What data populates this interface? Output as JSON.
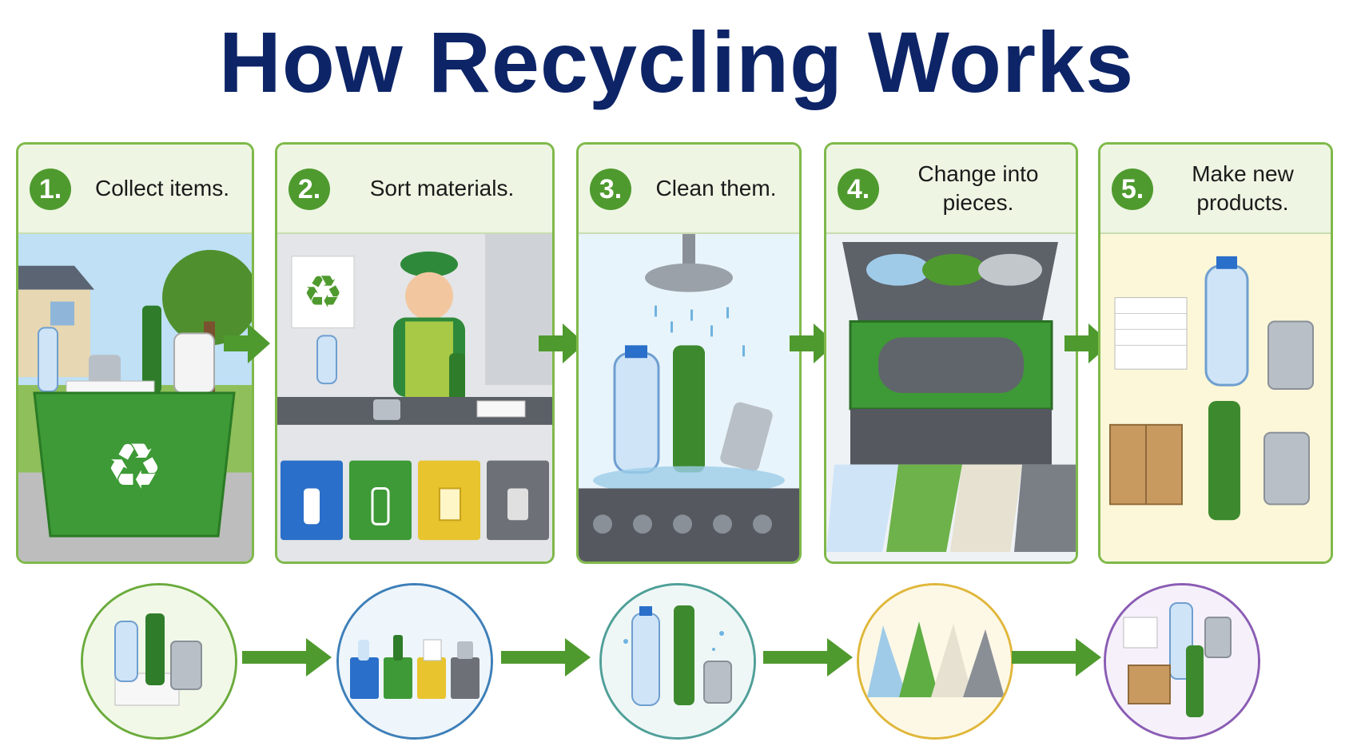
{
  "title": "How Recycling Works",
  "steps": [
    {
      "number": "1.",
      "label": "Collect items.",
      "icon": "recycling-bin-icon"
    },
    {
      "number": "2.",
      "label": "Sort materials.",
      "icon": "sorting-conveyor-icon"
    },
    {
      "number": "3.",
      "label": "Clean them.",
      "icon": "washing-shower-icon"
    },
    {
      "number": "4.",
      "label": "Change into pieces.",
      "icon": "shredder-icon"
    },
    {
      "number": "5.",
      "label": "Make new products.",
      "icon": "new-products-icon"
    }
  ],
  "colors": {
    "title": "#0d2467",
    "accent_green": "#4f9a2e",
    "panel_border": "#7fb94a",
    "circle_borders": [
      "#6bab3c",
      "#3d7fb8",
      "#4f9f98",
      "#e0b73a",
      "#8a5cb4"
    ]
  }
}
